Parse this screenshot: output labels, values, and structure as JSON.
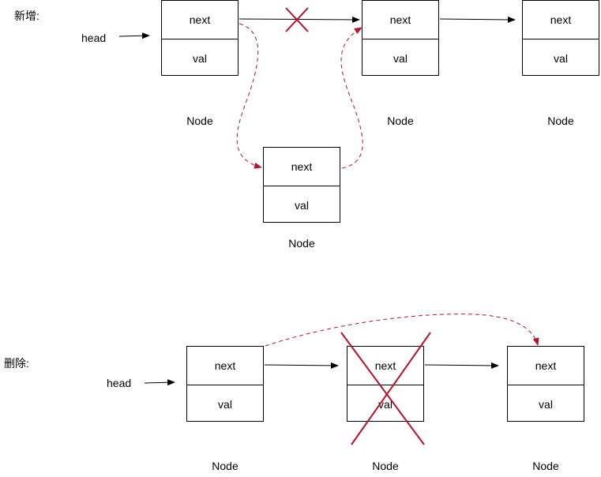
{
  "sections": {
    "insert_label": "新增:",
    "delete_label": "删除:"
  },
  "head_label": "head",
  "node_caption": "Node",
  "fields": {
    "next": "next",
    "val": "val"
  },
  "colors": {
    "line": "#000000",
    "highlight": "#b5122b"
  }
}
